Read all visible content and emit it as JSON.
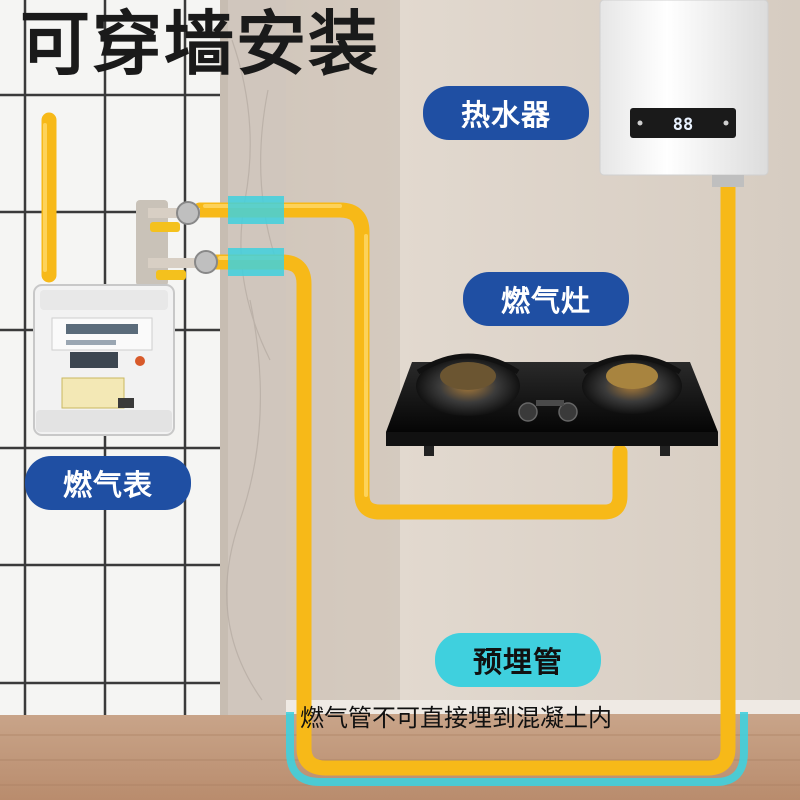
{
  "headline": "可穿墙安装",
  "labels": {
    "water_heater": "热水器",
    "gas_stove": "燃气灶",
    "gas_meter": "燃气表",
    "embedded_pipe": "预埋管"
  },
  "note": "燃气管不可直接埋到混凝土内",
  "heater_display": "88",
  "colors": {
    "label_blue": "#1f4fa3",
    "label_teal": "#3fd0de",
    "pipe_yellow": "#f7b918",
    "sleeve_teal": "#3fd0de"
  }
}
